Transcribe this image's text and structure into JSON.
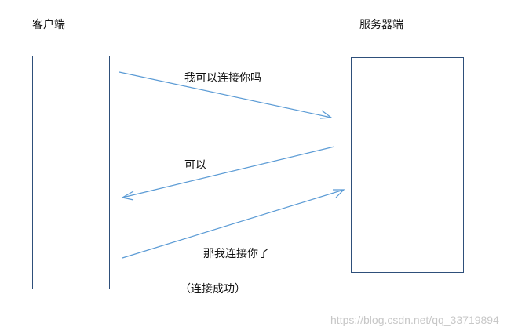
{
  "client": {
    "label": "客户端"
  },
  "server": {
    "label": "服务器端"
  },
  "messages": [
    {
      "text": "我可以连接你吗",
      "direction": "client-to-server"
    },
    {
      "text": "可以",
      "direction": "server-to-client"
    },
    {
      "text": "那我连接你了",
      "direction": "client-to-server"
    }
  ],
  "result": {
    "text": "（连接成功）"
  },
  "watermark": {
    "text": "https://blog.csdn.net/qq_33719894"
  },
  "colors": {
    "arrow": "#5b9bd5",
    "box_border": "#2e4f7a"
  }
}
